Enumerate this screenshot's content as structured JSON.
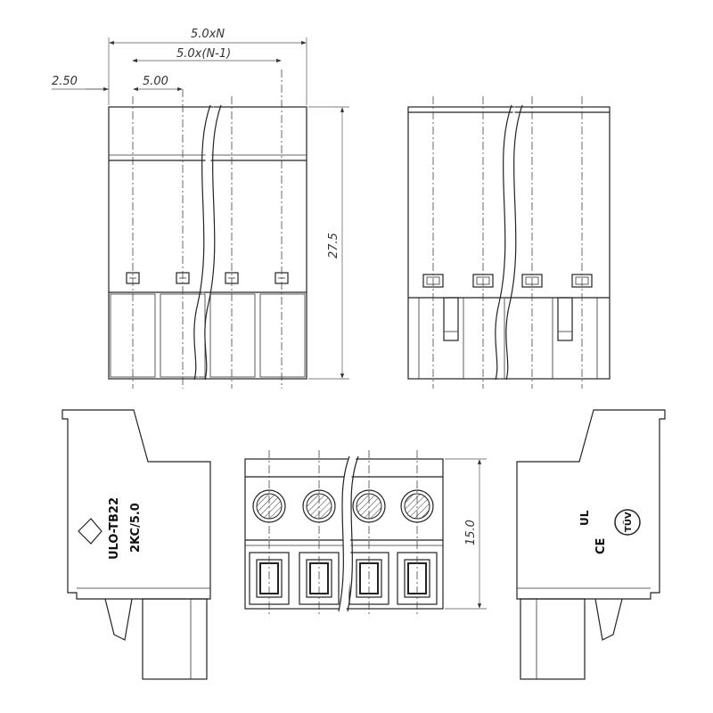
{
  "dimensions": {
    "overall_width": "5.0xN",
    "pitch_span": "5.0x(N-1)",
    "edge_offset": "2.50",
    "pitch": "5.00",
    "height_front": "27.5",
    "height_bottom": "15.0"
  },
  "markings": {
    "left_side_line1": "ULO-TB22",
    "left_side_line2": "2KC/5.0",
    "right_side_cert_ul": "UL",
    "right_side_cert_tuv": "TÜV",
    "right_side_cert_ce": "CE"
  },
  "colors": {
    "line": "#222222",
    "background": "#ffffff"
  }
}
